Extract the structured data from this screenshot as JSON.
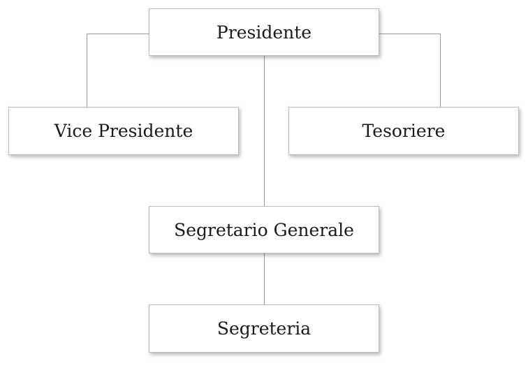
{
  "org_chart": {
    "presidente": "Presidente",
    "vice_presidente": "Vice Presidente",
    "tesoriere": "Tesoriere",
    "segretario_generale": "Segretario Generale",
    "segreteria": "Segreteria"
  },
  "colors": {
    "connector": "#999999",
    "box_border": "#bdbdbd",
    "text": "#1a1a1a"
  }
}
